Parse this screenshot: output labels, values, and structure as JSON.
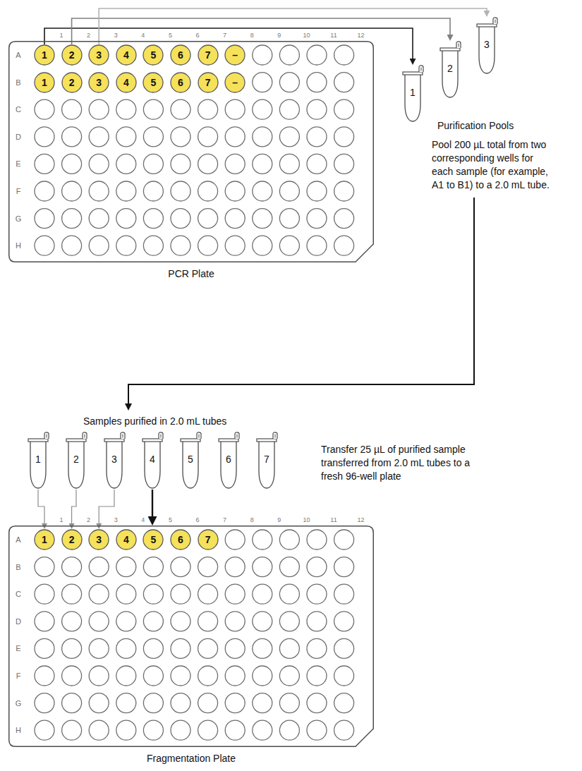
{
  "diagram": {
    "nodes": [
      {
        "text": [
          "A",
          "B",
          "C",
          "D",
          "E",
          "F",
          "G",
          "H",
          "1",
          "2",
          "3",
          "4",
          "5",
          "6",
          "7",
          "8",
          "9",
          "10",
          "11",
          "12",
          "PCR Plate"
        ]
      },
      {
        "text": [
          "1"
        ],
        "in": 0
      },
      {
        "text": [
          "2"
        ],
        "in": 0
      },
      {
        "text": [
          "3"
        ],
        "in": 0
      },
      {
        "text": [
          "4"
        ],
        "in": 0
      },
      {
        "text": [
          "5"
        ],
        "in": 0
      },
      {
        "text": [
          "6"
        ],
        "in": 0
      },
      {
        "text": [
          "7"
        ],
        "in": 0
      },
      {
        "text": [
          "–"
        ],
        "in": 0
      },
      {
        "text": [
          "1"
        ],
        "in": 0
      },
      {
        "text": [
          "2"
        ],
        "in": 0
      },
      {
        "text": [
          "3"
        ],
        "in": 0
      },
      {
        "text": [
          "4"
        ],
        "in": 0
      },
      {
        "text": [
          "5"
        ],
        "in": 0
      },
      {
        "text": [
          "6"
        ],
        "in": 0
      },
      {
        "text": [
          "7"
        ],
        "in": 0
      },
      {
        "text": [
          "–"
        ],
        "in": 0
      },
      {
        "text": [
          "1"
        ]
      },
      {
        "text": [
          "2"
        ]
      },
      {
        "text": [
          "3"
        ]
      },
      {
        "text": [
          "1"
        ]
      },
      {
        "text": [
          "2"
        ]
      },
      {
        "text": [
          "3"
        ]
      },
      {
        "text": [
          "4"
        ]
      },
      {
        "text": [
          "5"
        ]
      },
      {
        "text": [
          "6"
        ]
      },
      {
        "text": [
          "7"
        ]
      },
      {
        "text": [
          "A",
          "B",
          "C",
          "D",
          "E",
          "F",
          "G",
          "H",
          "1",
          "2",
          "3",
          "4",
          "5",
          "6",
          "7",
          "8",
          "9",
          "10",
          "11",
          "12",
          "Fragmentation Plate"
        ]
      },
      {
        "text": [
          "1"
        ],
        "in": 27
      },
      {
        "text": [
          "2"
        ],
        "in": 27
      },
      {
        "text": [
          "3"
        ],
        "in": 27
      },
      {
        "text": [
          "4"
        ],
        "in": 27
      },
      {
        "text": [
          "5"
        ],
        "in": 27
      },
      {
        "text": [
          "6"
        ],
        "in": 27
      },
      {
        "text": [
          "7"
        ],
        "in": 27
      }
    ],
    "edges": [
      {
        "from": 1,
        "to": 17,
        "arrow": "to"
      },
      {
        "from": 2,
        "to": 18,
        "arrow": "to"
      },
      {
        "from": 3,
        "to": 19,
        "arrow": "to"
      },
      {
        "from": 20,
        "to": 28,
        "arrow": "to"
      },
      {
        "from": 21,
        "to": 29,
        "arrow": "to"
      },
      {
        "from": 22,
        "to": 30,
        "arrow": "to"
      },
      {
        "from": 23,
        "to": 27,
        "arrow": "to"
      }
    ],
    "labels": [
      "Purification Pools",
      "Pool 200 µL total from two corresponding wells for each sample (for example, A1 to B1) to a 2.0 mL tube.",
      "Samples purified in 2.0 mL tubes",
      "Transfer 25 µL of purified sample transferred from 2.0 mL tubes to a fresh 96-well plate"
    ]
  }
}
